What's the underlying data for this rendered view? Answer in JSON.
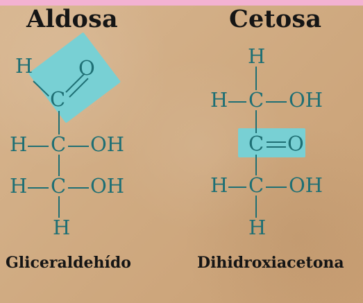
{
  "titles": {
    "left": "Aldosa",
    "right": "Cetosa"
  },
  "captions": {
    "left": "Gliceraldehído",
    "right": "Dihidroxiacetona"
  },
  "left_molecule": {
    "atoms": {
      "h_top": "H",
      "o_top": "O",
      "c1": "C",
      "h_left_1": "H",
      "c2": "C",
      "oh_1": "OH",
      "h_left_2": "H",
      "c3": "C",
      "oh_2": "OH",
      "h_bottom": "H"
    }
  },
  "right_molecule": {
    "atoms": {
      "h_top": "H",
      "h_left_1": "H",
      "c1": "C",
      "oh_1": "OH",
      "c2": "C",
      "o": "O",
      "h_left_2": "H",
      "c3": "C",
      "oh_2": "OH",
      "h_bottom": "H"
    }
  },
  "colors": {
    "background": "#d0ab82",
    "header": "#f3b2d2",
    "text_dark": "#151515",
    "structure": "#1e6f74",
    "highlight": "#78d0d4"
  }
}
